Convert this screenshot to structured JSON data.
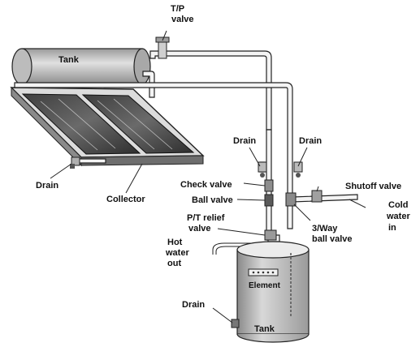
{
  "diagram": {
    "labels": {
      "tp_valve_line1": "T/P",
      "tp_valve_line2": "valve",
      "top_tank": "Tank",
      "drain_left_pipe": "Drain",
      "drain_right_pipe": "Drain",
      "drain_collector": "Drain",
      "collector": "Collector",
      "check_valve": "Check valve",
      "ball_valve": "Ball valve",
      "pt_relief_line1": "P/T relief",
      "pt_relief_line2": "valve",
      "shutoff_valve": "Shutoff valve",
      "cold_water_line1": "Cold",
      "cold_water_line2": "water",
      "cold_water_line3": "in",
      "three_way_line1": "3/Way",
      "three_way_line2": "ball valve",
      "hot_water_line1": "Hot",
      "hot_water_line2": "water",
      "hot_water_line3": "out",
      "element": "Element",
      "drain_tank": "Drain",
      "bottom_tank": "Tank"
    }
  }
}
